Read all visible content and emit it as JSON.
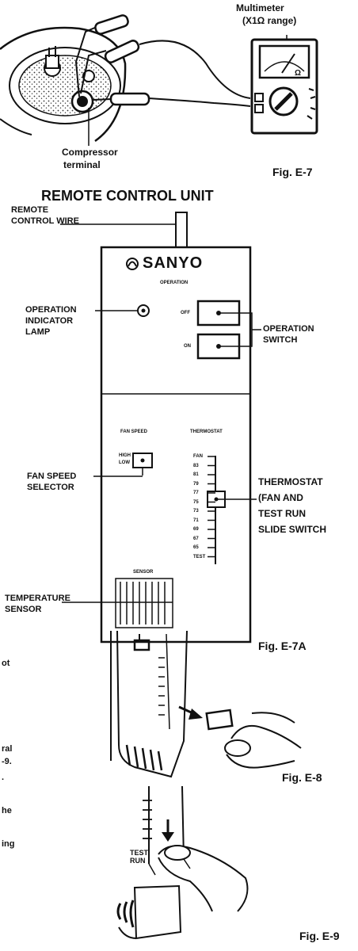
{
  "fig_e7": {
    "multimeter_label": "Multimeter",
    "multimeter_range": "(X1Ω range)",
    "meter_omega": "Ω",
    "compressor_label_1": "Compressor",
    "compressor_label_2": "terminal",
    "caption": "Fig. E-7"
  },
  "fig_e7a": {
    "title": "REMOTE CONTROL UNIT",
    "remote_wire_1": "REMOTE",
    "remote_wire_2": "CONTROL WIRE",
    "brand": "SANYO",
    "operation_header": "OPERATION",
    "off_label": "OFF",
    "on_label": "ON",
    "op_lamp_1": "OPERATION",
    "op_lamp_2": "INDICATOR",
    "op_lamp_3": "LAMP",
    "op_switch_1": "OPERATION",
    "op_switch_2": "SWITCH",
    "fan_speed_header": "FAN SPEED",
    "thermostat_header": "THERMOSTAT",
    "high_label": "HIGH",
    "low_label": "LOW",
    "fan_selector_1": "FAN SPEED",
    "fan_selector_2": "SELECTOR",
    "thermo_1": "THERMOSTAT",
    "thermo_2": "(FAN AND",
    "thermo_3": "TEST RUN",
    "thermo_4": "SLIDE SWITCH",
    "scale": [
      "FAN",
      "83",
      "81",
      "79",
      "77",
      "75",
      "73",
      "71",
      "69",
      "67",
      "65",
      "TEST"
    ],
    "sensor_header": "SENSOR",
    "temp_sensor_1": "TEMPERATURE",
    "temp_sensor_2": "SENSOR",
    "caption": "Fig. E-7A"
  },
  "fig_e8": {
    "caption": "Fig. E-8"
  },
  "fig_e9": {
    "test_run_1": "TEST",
    "test_run_2": "RUN",
    "caption": "Fig. E-9"
  },
  "margin_fragments": [
    "ot",
    "ral",
    "-9.",
    ".",
    "he",
    "ing"
  ]
}
